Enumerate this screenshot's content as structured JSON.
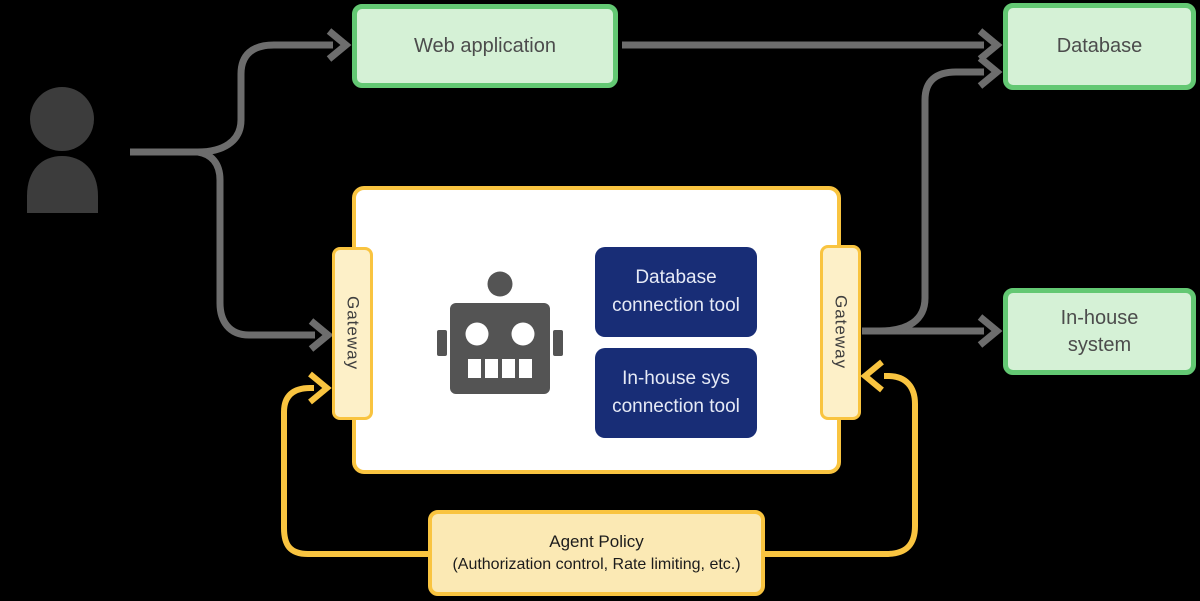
{
  "diagram": {
    "user": {
      "icon": "person-icon"
    },
    "nodes": {
      "web_application": {
        "label": "Web application"
      },
      "database": {
        "label": "Database"
      },
      "in_house_system": {
        "lines": [
          "In-house",
          "system"
        ]
      },
      "agent_core": {
        "gateway_left": {
          "label": "Gateway"
        },
        "gateway_right": {
          "label": "Gateway"
        },
        "robot": {
          "icon": "robot-icon"
        },
        "tools": [
          {
            "lines": [
              "Database",
              "connection tool"
            ]
          },
          {
            "lines": [
              "In-house sys",
              "connection tool"
            ]
          }
        ]
      },
      "agent_policy": {
        "title": "Agent Policy",
        "subtitle": "(Authorization control, Rate limiting, etc.)"
      }
    },
    "edges": [
      {
        "from": "user",
        "to": "web_application",
        "color": "gray"
      },
      {
        "from": "user",
        "to": "gateway_left",
        "color": "gray"
      },
      {
        "from": "web_application",
        "to": "database",
        "color": "gray"
      },
      {
        "from": "gateway_right",
        "to": "database",
        "color": "gray"
      },
      {
        "from": "gateway_right",
        "to": "in_house_system",
        "color": "gray"
      },
      {
        "from": "agent_policy",
        "to": "gateway_left",
        "color": "yellow"
      },
      {
        "from": "agent_policy",
        "to": "gateway_right",
        "color": "yellow"
      }
    ],
    "colors": {
      "background": "#000000",
      "green_fill": "#d5f1d6",
      "green_border": "#63c873",
      "yellow": "#f9c440",
      "gateway_fill": "#fdf0c8",
      "policy_fill": "#fbe9b4",
      "navy_fill": "#182d76",
      "gray_line": "#6d6d6d",
      "person_gray": "#3c3c3c",
      "robot_gray": "#545454",
      "box_text": "#4c4c4c"
    }
  }
}
